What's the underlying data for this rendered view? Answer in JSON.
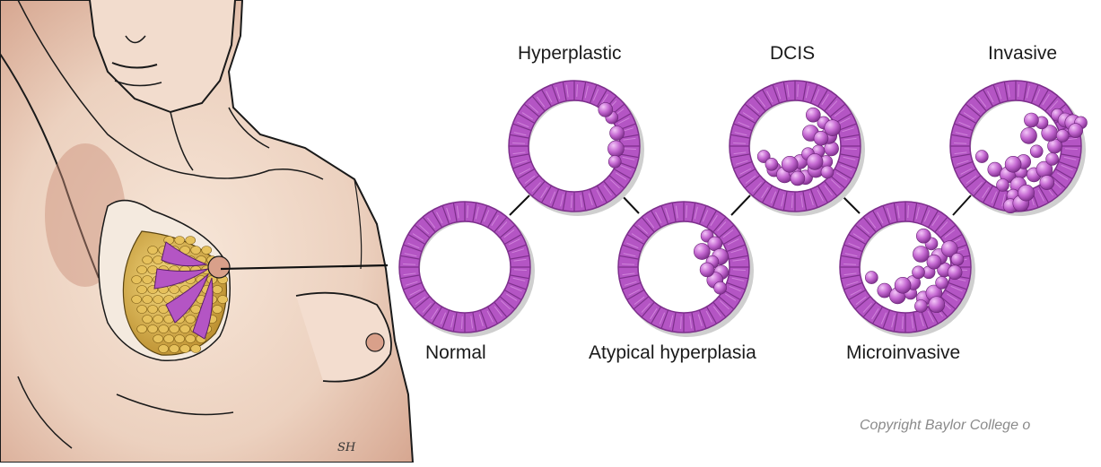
{
  "labels": {
    "normal": "Normal",
    "hyperplastic": "Hyperplastic",
    "atypical": "Atypical hyperplasia",
    "dcis": "DCIS",
    "microinvasive": "Microinvasive",
    "invasive": "Invasive"
  },
  "copyright": "Copyright Baylor College o",
  "signature": "SH",
  "colors": {
    "duct": "#b455c4",
    "duct_dark": "#7d2f8c",
    "duct_light": "#dd98e6",
    "skin": "#f0d8c8",
    "skin_shade": "#c98f78",
    "fat": "#d9b04a",
    "line": "#111111"
  },
  "stages": [
    {
      "name": "normal",
      "cells": 0
    },
    {
      "name": "hyperplastic",
      "cells": 5
    },
    {
      "name": "atypical",
      "cells": 9
    },
    {
      "name": "dcis",
      "cells": 22
    },
    {
      "name": "microinvasive",
      "cells": 22
    },
    {
      "name": "invasive",
      "cells": 28
    }
  ]
}
